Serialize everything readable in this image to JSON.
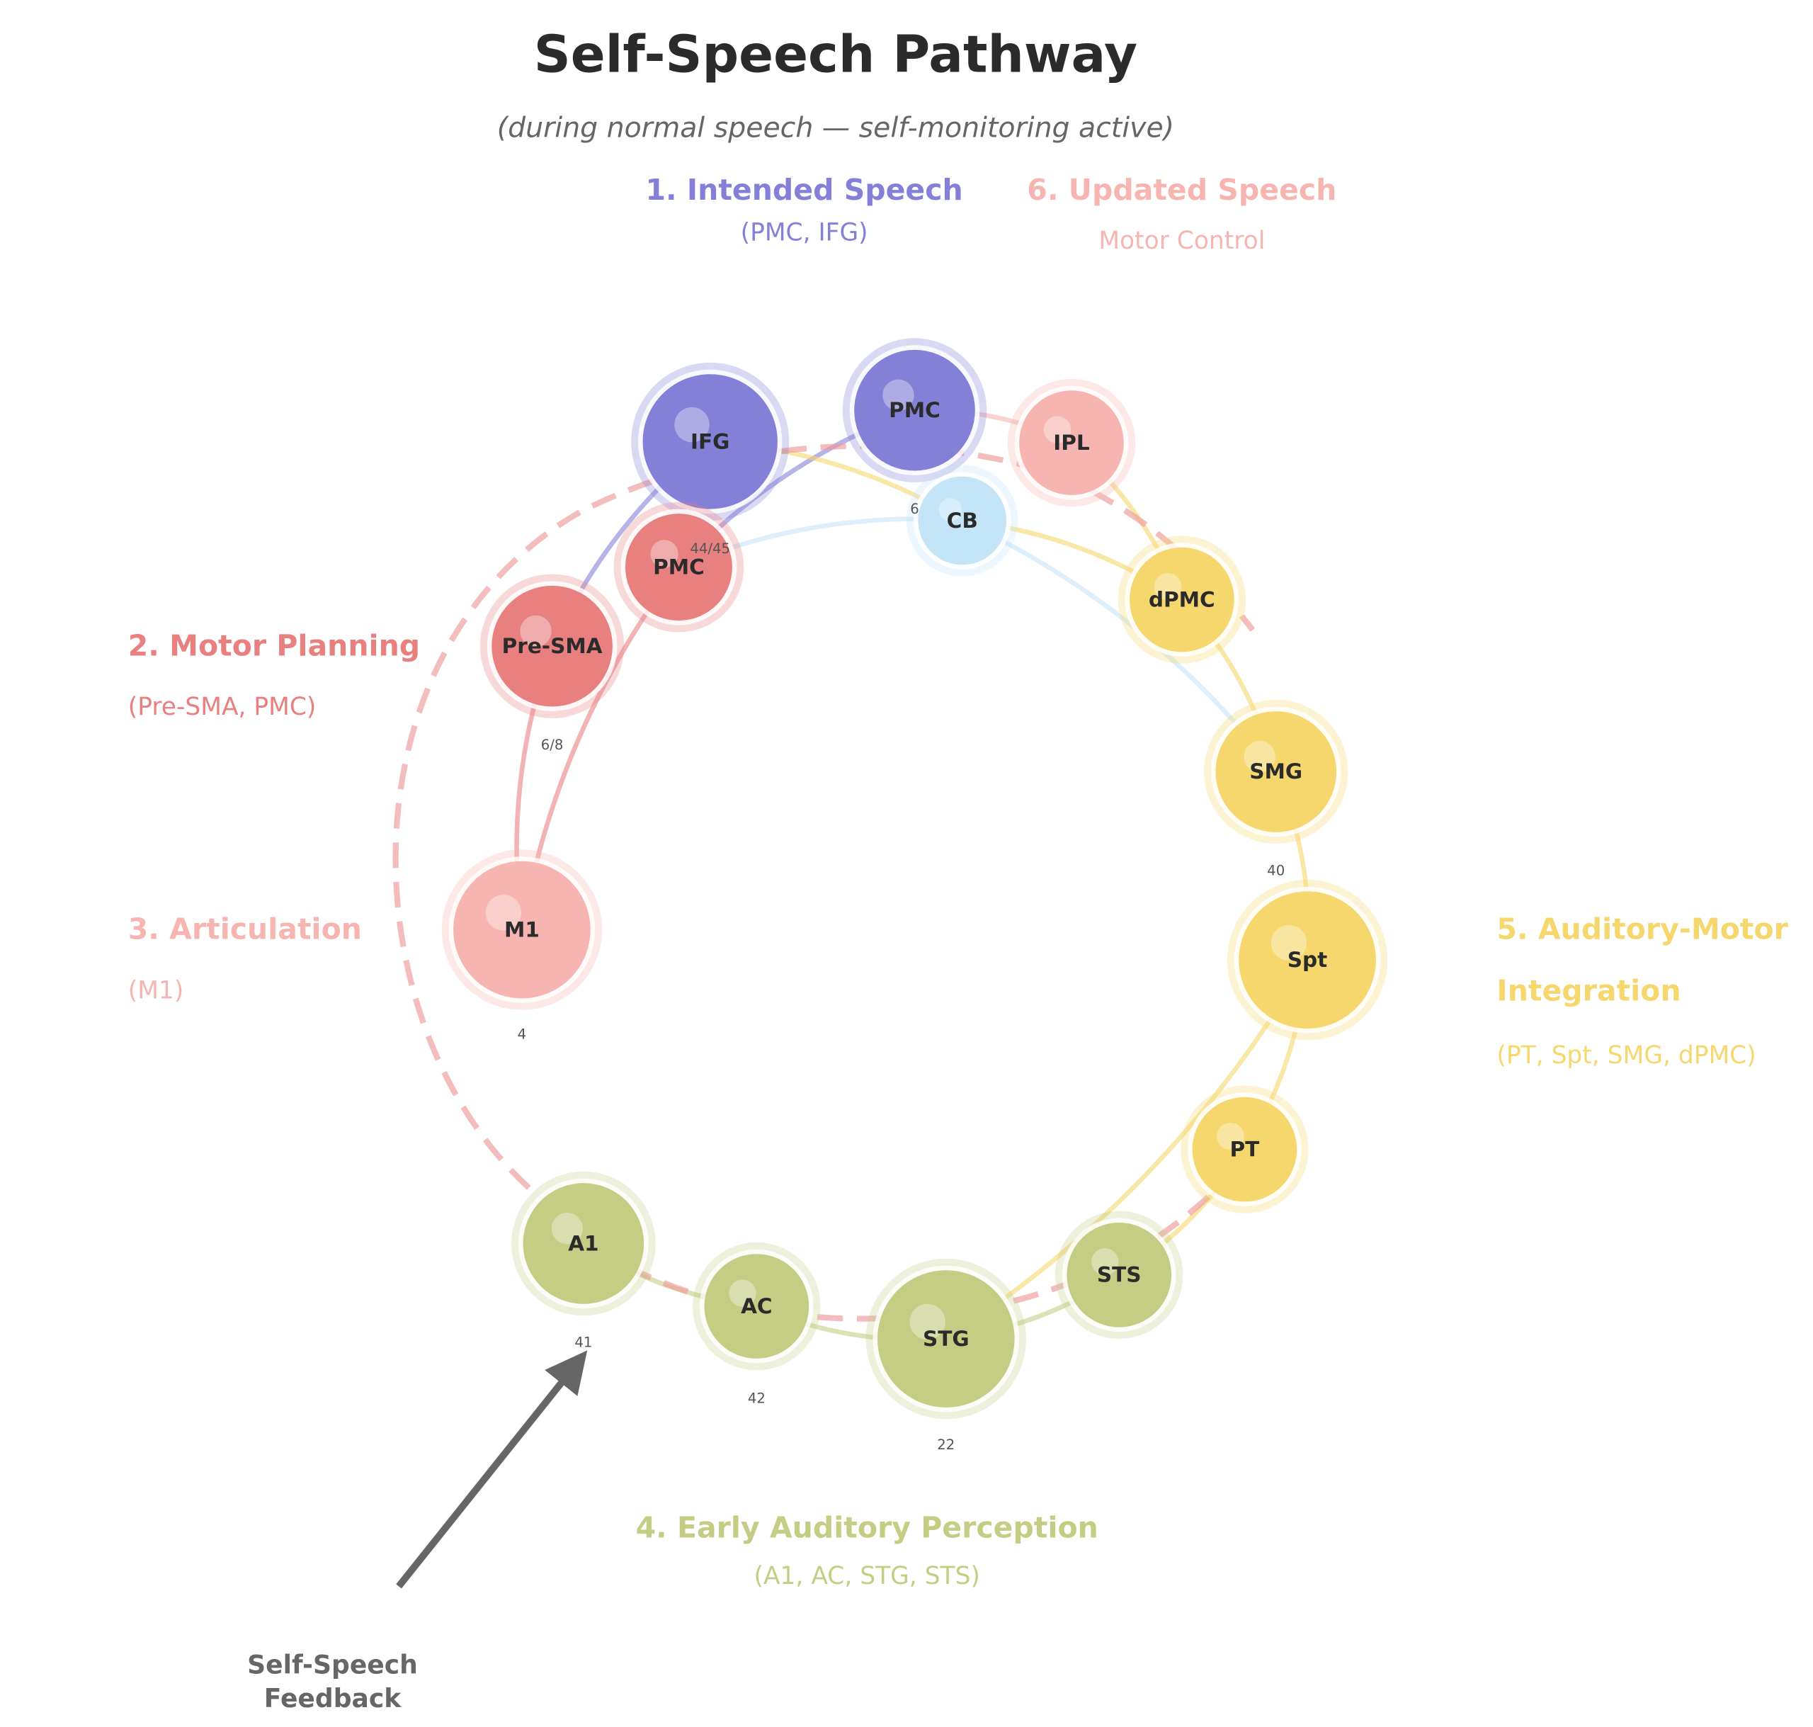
{
  "title": "Self-Speech Pathway",
  "subtitle": "(during normal speech — self-monitoring active)",
  "colors": {
    "intended": "#8480d8",
    "planning": "#e88080",
    "articulation": "#f6b5b0",
    "auditory": "#c5cd85",
    "integration": "#f5d76e",
    "updated": "#f6b5b0",
    "cerebellum": "#c4e5f7",
    "feedback_arrow": "#666666"
  },
  "stages": [
    {
      "id": "s1",
      "title": "1. Intended Speech",
      "sub": "(PMC, IFG)",
      "color": "#8480d8"
    },
    {
      "id": "s2",
      "title": "2. Motor Planning",
      "sub": "(Pre-SMA, PMC)",
      "color": "#e88080"
    },
    {
      "id": "s3",
      "title": "3. Articulation",
      "sub": "(M1)",
      "color": "#f6b5b0"
    },
    {
      "id": "s4",
      "title": "4. Early Auditory Perception",
      "sub": "(A1, AC, STG, STS)",
      "color": "#c5cd85"
    },
    {
      "id": "s5",
      "title": "5. Auditory-Motor",
      "title2": "Integration",
      "sub": "(PT, Spt, SMG, dPMC)",
      "color": "#f5d76e"
    },
    {
      "id": "s6",
      "title": "6. Updated Speech",
      "sub": "Motor Control",
      "color": "#f6b5b0"
    }
  ],
  "nodes": [
    {
      "id": "IFG",
      "label": "IFG",
      "ba": "44/45",
      "color": "#8480d8"
    },
    {
      "id": "PMC1",
      "label": "PMC",
      "ba": "6",
      "color": "#8480d8"
    },
    {
      "id": "IPL",
      "label": "IPL",
      "ba": "",
      "color": "#f6b5b0"
    },
    {
      "id": "CB",
      "label": "CB",
      "ba": "",
      "color": "#c4e5f7"
    },
    {
      "id": "PMC2",
      "label": "PMC",
      "ba": "",
      "color": "#e88080"
    },
    {
      "id": "PreSMA",
      "label": "Pre-SMA",
      "ba": "6/8",
      "color": "#e88080"
    },
    {
      "id": "dPMC",
      "label": "dPMC",
      "ba": "",
      "color": "#f5d76e"
    },
    {
      "id": "SMG",
      "label": "SMG",
      "ba": "40",
      "color": "#f5d76e"
    },
    {
      "id": "M1",
      "label": "M1",
      "ba": "4",
      "color": "#f6b5b0"
    },
    {
      "id": "Spt",
      "label": "Spt",
      "ba": "",
      "color": "#f5d76e"
    },
    {
      "id": "PT",
      "label": "PT",
      "ba": "",
      "color": "#f5d76e"
    },
    {
      "id": "STS",
      "label": "STS",
      "ba": "",
      "color": "#c5cd85"
    },
    {
      "id": "STG",
      "label": "STG",
      "ba": "22",
      "color": "#c5cd85"
    },
    {
      "id": "AC",
      "label": "AC",
      "ba": "42",
      "color": "#c5cd85"
    },
    {
      "id": "A1",
      "label": "A1",
      "ba": "41",
      "color": "#c5cd85"
    }
  ],
  "edges": [
    {
      "from": "IFG",
      "to": "PreSMA",
      "color": "#8480d8"
    },
    {
      "from": "PMC1",
      "to": "PMC2",
      "color": "#8480d8"
    },
    {
      "from": "PreSMA",
      "to": "M1",
      "color": "#e88080"
    },
    {
      "from": "PMC2",
      "to": "M1",
      "color": "#e88080"
    },
    {
      "from": "A1",
      "to": "AC",
      "color": "#c5cd85"
    },
    {
      "from": "AC",
      "to": "STG",
      "color": "#c5cd85"
    },
    {
      "from": "STG",
      "to": "STS",
      "color": "#c5cd85"
    },
    {
      "from": "STG",
      "to": "Spt",
      "color": "#f5d76e"
    },
    {
      "from": "STS",
      "to": "PT",
      "color": "#f5d76e"
    },
    {
      "from": "PT",
      "to": "Spt",
      "color": "#f5d76e"
    },
    {
      "from": "Spt",
      "to": "SMG",
      "color": "#f5d76e"
    },
    {
      "from": "SMG",
      "to": "dPMC",
      "color": "#f5d76e"
    },
    {
      "from": "dPMC",
      "to": "IPL",
      "color": "#f5d76e"
    },
    {
      "from": "IFG",
      "to": "CB",
      "color": "#f5d76e"
    },
    {
      "from": "CB",
      "to": "dPMC",
      "color": "#f5d76e"
    },
    {
      "from": "PMC1",
      "to": "IPL",
      "color": "#f6b5b0"
    },
    {
      "from": "PMC2",
      "to": "CB",
      "color": "#c4e5f7"
    },
    {
      "from": "CB",
      "to": "SMG",
      "color": "#c4e5f7"
    }
  ],
  "feedback": {
    "line1": "Self-Speech",
    "line2": "Feedback"
  }
}
